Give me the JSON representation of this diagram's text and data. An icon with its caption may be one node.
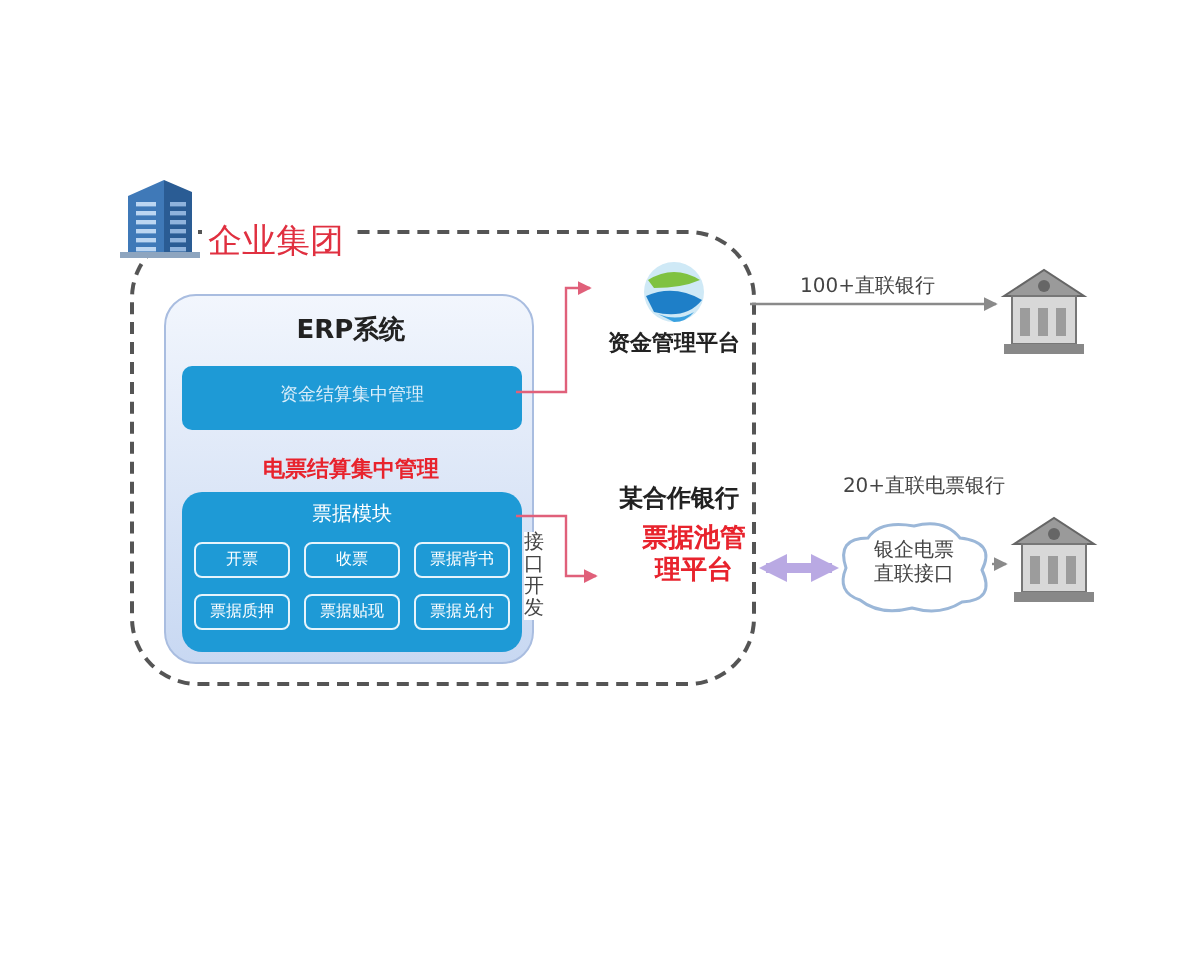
{
  "diagram": {
    "nodes": [
      {
        "text": [
          "企业集团"
        ]
      },
      {
        "text": [
          "ERP系统",
          "电票结算集中管理"
        ],
        "in": 0
      },
      {
        "text": [
          "资金结算集中管理"
        ],
        "in": 1
      },
      {
        "text": [
          "票据模块"
        ],
        "in": 1
      },
      {
        "text": [
          "开票"
        ],
        "in": 3
      },
      {
        "text": [
          "收票"
        ],
        "in": 3
      },
      {
        "text": [
          "票据背书"
        ],
        "in": 3
      },
      {
        "text": [
          "票据质押"
        ],
        "in": 3
      },
      {
        "text": [
          "票据贴现"
        ],
        "in": 3
      },
      {
        "text": [
          "票据兑付"
        ],
        "in": 3
      },
      {
        "text": [
          "资金管理平台"
        ],
        "in": 0
      },
      {
        "text": [
          "某合作银行",
          "票据池管理平台"
        ],
        "in": 0
      },
      {
        "text": [],
        "shape": "picture"
      },
      {
        "text": [
          "银企电票直联接口"
        ],
        "beside": [
          "20+直联电票银行"
        ]
      },
      {
        "text": [],
        "shape": "picture"
      }
    ],
    "edges": [
      {
        "from": 2,
        "to": 10,
        "arrow": "to",
        "color": "#e0607a"
      },
      {
        "from": 3,
        "to": 11,
        "arrow": "to",
        "label": "接口开发",
        "color": "#e0607a"
      },
      {
        "from": 10,
        "to": 12,
        "arrow": "to",
        "label": "100+直联银行"
      },
      {
        "from": 11,
        "to": 13,
        "arrow": "both",
        "style": "thick",
        "color": "#b9a9e3"
      },
      {
        "from": 13,
        "to": 14,
        "arrow": "to"
      }
    ]
  }
}
